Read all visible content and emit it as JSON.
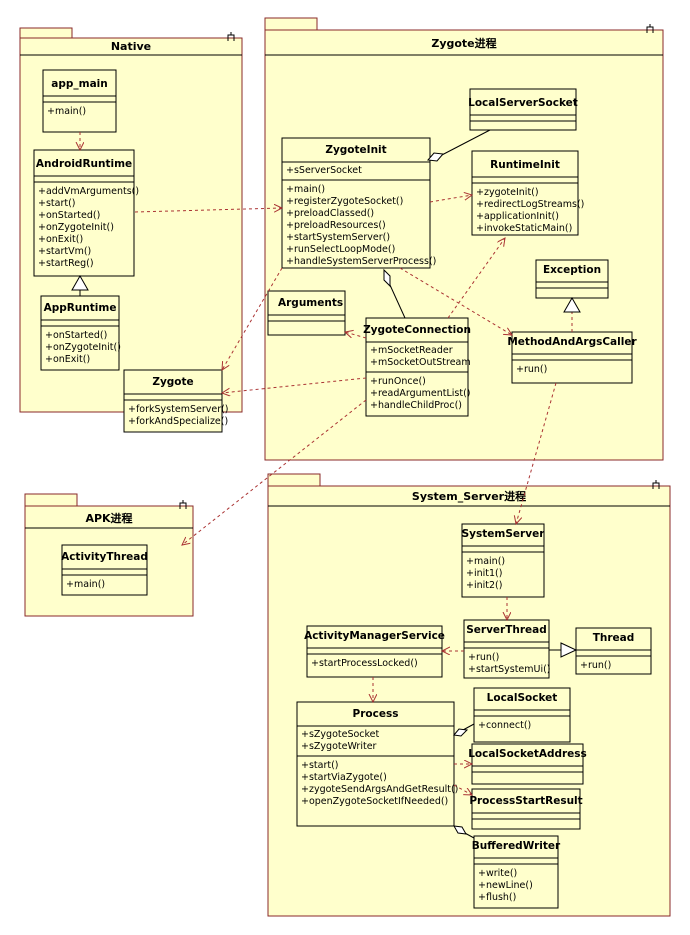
{
  "packages": {
    "native": "Native",
    "zygote": "Zygote进程",
    "apk": "APK进程",
    "system_server": "System_Server进程"
  },
  "classes": {
    "app_main": {
      "name": "app_main",
      "members": [],
      "methods": [
        "+main()"
      ]
    },
    "android_runtime": {
      "name": "AndroidRuntime",
      "members": [],
      "methods": [
        "+addVmArguments()",
        "+start()",
        "+onStarted()",
        "+onZygoteInit()",
        "+onExit()",
        "+startVm()",
        "+startReg()"
      ]
    },
    "app_runtime": {
      "name": "AppRuntime",
      "members": [],
      "methods": [
        "+onStarted()",
        "+onZygoteInit()",
        "+onExit()"
      ]
    },
    "zygote": {
      "name": "Zygote",
      "members": [],
      "methods": [
        "+forkSystemServer()",
        "+forkAndSpecialize()"
      ]
    },
    "local_server_socket": {
      "name": "LocalServerSocket",
      "members": [],
      "methods": []
    },
    "zygote_init": {
      "name": "ZygoteInit",
      "members": [
        "+sServerSocket"
      ],
      "methods": [
        "+main()",
        "+registerZygoteSocket()",
        "+preloadClassed()",
        "+preloadResources()",
        "+startSystemServer()",
        "+runSelectLoopMode()",
        "+handleSystemServerProcess()"
      ]
    },
    "runtime_init": {
      "name": "RuntimeInit",
      "members": [],
      "methods": [
        "+zygoteInit()",
        "+redirectLogStreams()",
        "+applicationInit()",
        "+invokeStaticMain()"
      ]
    },
    "exception": {
      "name": "Exception",
      "members": [],
      "methods": []
    },
    "arguments": {
      "name": "Arguments",
      "members": [],
      "methods": []
    },
    "zygote_connection": {
      "name": "ZygoteConnection",
      "members": [
        "+mSocketReader",
        "+mSocketOutStream"
      ],
      "methods": [
        "+runOnce()",
        "+readArgumentList()",
        "+handleChildProc()"
      ]
    },
    "method_and_args_caller": {
      "name": "MethodAndArgsCaller",
      "members": [],
      "methods": [
        "+run()"
      ]
    },
    "activity_thread": {
      "name": "ActivityThread",
      "members": [],
      "methods": [
        "+main()"
      ]
    },
    "system_server": {
      "name": "SystemServer",
      "members": [],
      "methods": [
        "+main()",
        "+init1()",
        "+init2()"
      ]
    },
    "activity_manager_service": {
      "name": "ActivityManagerService",
      "members": [],
      "methods": [
        "+startProcessLocked()"
      ]
    },
    "server_thread": {
      "name": "ServerThread",
      "members": [],
      "methods": [
        "+run()",
        "+startSystemUi()"
      ]
    },
    "thread": {
      "name": "Thread",
      "members": [],
      "methods": [
        "+run()"
      ]
    },
    "process": {
      "name": "Process",
      "members": [
        "+sZygoteSocket",
        "+sZygoteWriter"
      ],
      "methods": [
        "+start()",
        "+startViaZygote()",
        "+zygoteSendArgsAndGetResult()",
        "+openZygoteSocketIfNeeded()"
      ]
    },
    "local_socket": {
      "name": "LocalSocket",
      "members": [],
      "methods": [
        "+connect()"
      ]
    },
    "local_socket_address": {
      "name": "LocalSocketAddress",
      "members": [],
      "methods": []
    },
    "process_start_result": {
      "name": "ProcessStartResult",
      "members": [],
      "methods": []
    },
    "buffered_writer": {
      "name": "BufferedWriter",
      "members": [],
      "methods": [
        "+write()",
        "+newLine()",
        "+flush()"
      ]
    }
  }
}
